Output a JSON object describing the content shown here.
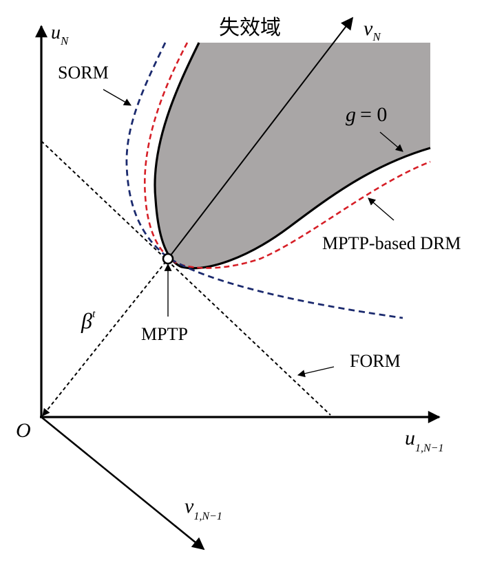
{
  "labels": {
    "failure_domain": "失效域",
    "u_n_main": "u",
    "u_n_sub": "N",
    "v_n_main": "v",
    "v_n_sub": "N",
    "sorm": "SORM",
    "g_zero": "g = 0",
    "g_var": "g",
    "g_eq": "= 0",
    "mptp_drm": "MPTP-based DRM",
    "beta_main": "β",
    "beta_sup": "t",
    "mptp": "MPTP",
    "form": "FORM",
    "origin": "O",
    "u_1n_main": "u",
    "u_1n_sub": "1,N−1",
    "v_1n_main": "v",
    "v_1n_sub": "1,N−1"
  },
  "colors": {
    "failure_fill": "#a9a6a6",
    "limit_state": "#000000",
    "sorm_curve": "#1b2a6e",
    "drm_curve": "#d61e26",
    "axes": "#000000"
  }
}
